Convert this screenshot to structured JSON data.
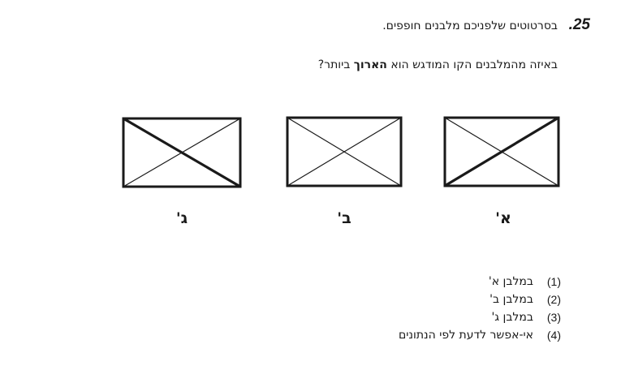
{
  "question": {
    "number": ".25",
    "stem": "בסרטוטים שלפניכם מלבנים חופפים.",
    "prompt_before": "באיזה מהמלבנים הקו המודגש הוא ",
    "prompt_bold": "הארוך",
    "prompt_after": " ביותר?"
  },
  "figures": [
    {
      "label": "א'",
      "bold_diagonal": "top-right to bottom-left"
    },
    {
      "label": "ב'",
      "bold_diagonal": "none (all lines thin)"
    },
    {
      "label": "ג'",
      "bold_diagonal": "top-left to bottom-right"
    }
  ],
  "options": [
    {
      "num": "(1)",
      "text": "במלבן א'"
    },
    {
      "num": "(2)",
      "text": "במלבן ב'"
    },
    {
      "num": "(3)",
      "text": "במלבן ג'"
    },
    {
      "num": "(4)",
      "text": "אי-אפשר לדעת לפי הנתונים"
    }
  ]
}
